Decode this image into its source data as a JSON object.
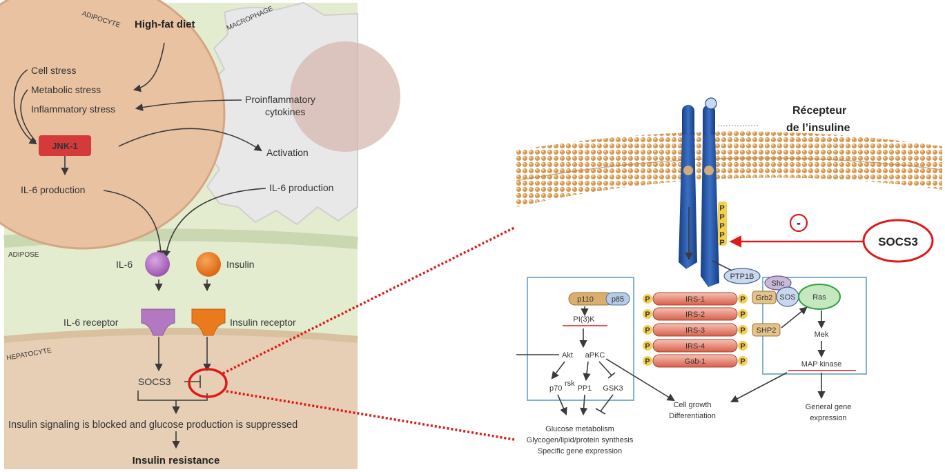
{
  "left_panel": {
    "cell_labels": {
      "adipocyte": "ADIPOCYTE",
      "macrophage": "MACROPHAGE",
      "adipose": "ADIPOSE",
      "hepatocyte": "HEPATOCYTE"
    },
    "high_fat_diet": "High-fat diet",
    "stress": {
      "cell": "Cell stress",
      "metabolic": "Metabolic stress",
      "inflammatory": "Inflammatory stress"
    },
    "proinflammatory_line1": "Proinflammatory",
    "proinflammatory_line2": "cytokines",
    "jnk1": "JNK-1",
    "activation": "Activation",
    "il6_production_adipocyte": "IL-6 production",
    "il6_production_macrophage": "IL-6 production",
    "il6": "IL-6",
    "insulin": "Insulin",
    "il6_receptor": "IL-6 receptor",
    "insulin_receptor": "Insulin receptor",
    "socs3": "SOCS3",
    "blocked_text": "Insulin signaling is blocked and glucose production is suppressed",
    "insulin_resistance": "Insulin resistance"
  },
  "right_panel": {
    "receptor_line1": "Récepteur",
    "receptor_line2": "de l’insuline",
    "minus_sign": "-",
    "socs3": "SOCS3",
    "phospho": "P",
    "ptp1b": "PTP1B",
    "shc": "Shc",
    "sos": "SOS",
    "ras": "Ras",
    "grb2": "Grb2",
    "shp2": "SHP2",
    "p110": "p110",
    "p85": "p85",
    "irs": [
      "IRS-1",
      "IRS-2",
      "IRS-3",
      "IRS-4",
      "Gab-1"
    ],
    "pi3k": "PI(3)K",
    "akt": "Akt",
    "apkc": "aPKC",
    "p70": "p70",
    "p70_sup": "rsk",
    "pp1": "PP1",
    "gsk3": "GSK3",
    "mek": "Mek",
    "map_kinase": "MAP kinase",
    "cell_growth_line1": "Cell growth",
    "cell_growth_line2": "Differentiation",
    "general_gene_line1": "General gene",
    "general_gene_line2": "expression",
    "glucose_line1": "Glucose metabolism",
    "glucose_line2": "Glycogen/lipid/protein synthesis",
    "glucose_line3": "Specific gene expression"
  },
  "colors": {
    "green_bg": "#e4ecd0",
    "adipocyte": "#e9c2a2",
    "macrophage": "#e8e8e8",
    "hepatocyte": "#e6cfb4",
    "jnk": "#d43a3a",
    "il6": "#b279c2",
    "insulin": "#ea7a1e",
    "highlight_red": "#e01818",
    "receptor_blue": "#1f4f9c",
    "membrane": "#d7a566"
  }
}
